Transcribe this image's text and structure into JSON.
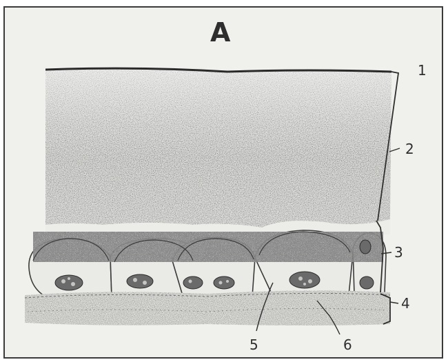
{
  "figure": {
    "panel_letter": "A",
    "labels": {
      "l1": "1",
      "l2": "2",
      "l3": "3",
      "l4": "4",
      "l5": "5",
      "l6": "6"
    }
  },
  "colors": {
    "paper": "#f0f0ed",
    "ink": "#2e2e2e",
    "stipple_dark": "#3a3a3a",
    "stipple_light": "#7a7a7a"
  }
}
